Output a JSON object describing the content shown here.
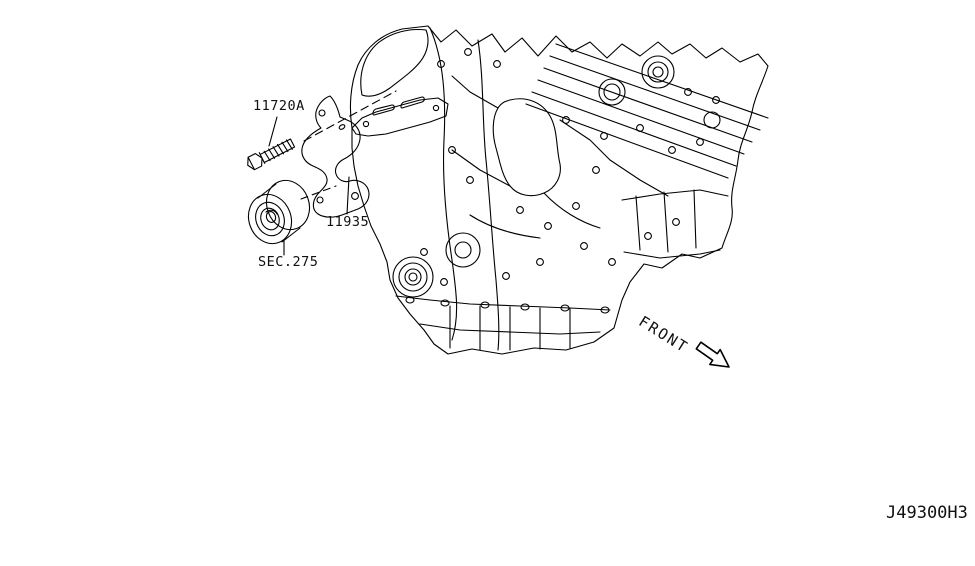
{
  "colors": {
    "line": "#000000",
    "background": "#ffffff"
  },
  "labels": {
    "bolt": "11720A",
    "bracket": "11935",
    "pulley_section": "SEC.275",
    "front": "FRONT",
    "diagram_code": "J49300H3"
  }
}
